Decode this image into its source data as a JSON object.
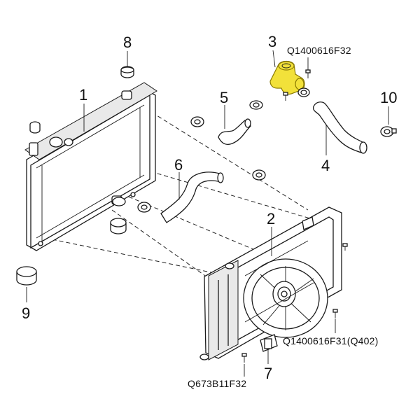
{
  "callouts": {
    "c1": "1",
    "c2": "2",
    "c3": "3",
    "c4": "4",
    "c5": "5",
    "c6": "6",
    "c7": "7",
    "c8": "8",
    "c9": "9",
    "c10": "10"
  },
  "part_codes": {
    "thermostat_bolt": "Q1400616F32",
    "shroud_bolt": "Q1400616F31(Q402)",
    "bottom_bolt": "Q673B11F32"
  },
  "colors": {
    "highlight": "#f2e13a",
    "line": "#1a1a1a"
  }
}
